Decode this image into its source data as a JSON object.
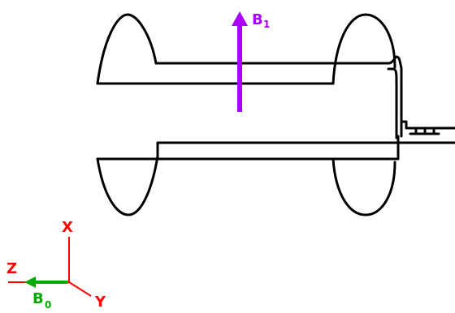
{
  "labels": {
    "b1_main": "B",
    "b1_sub": "1",
    "b0_main": "B",
    "b0_sub": "0",
    "axis_x": "X",
    "axis_y": "Y",
    "axis_z": "Z"
  },
  "colors": {
    "coil": "#000000",
    "b1_arrow": "#aa00ff",
    "b0_arrow": "#00aa00",
    "axes": "#ff0000",
    "background": "#ffffff"
  },
  "icons": {
    "capacitor": "capacitor-symbol"
  }
}
